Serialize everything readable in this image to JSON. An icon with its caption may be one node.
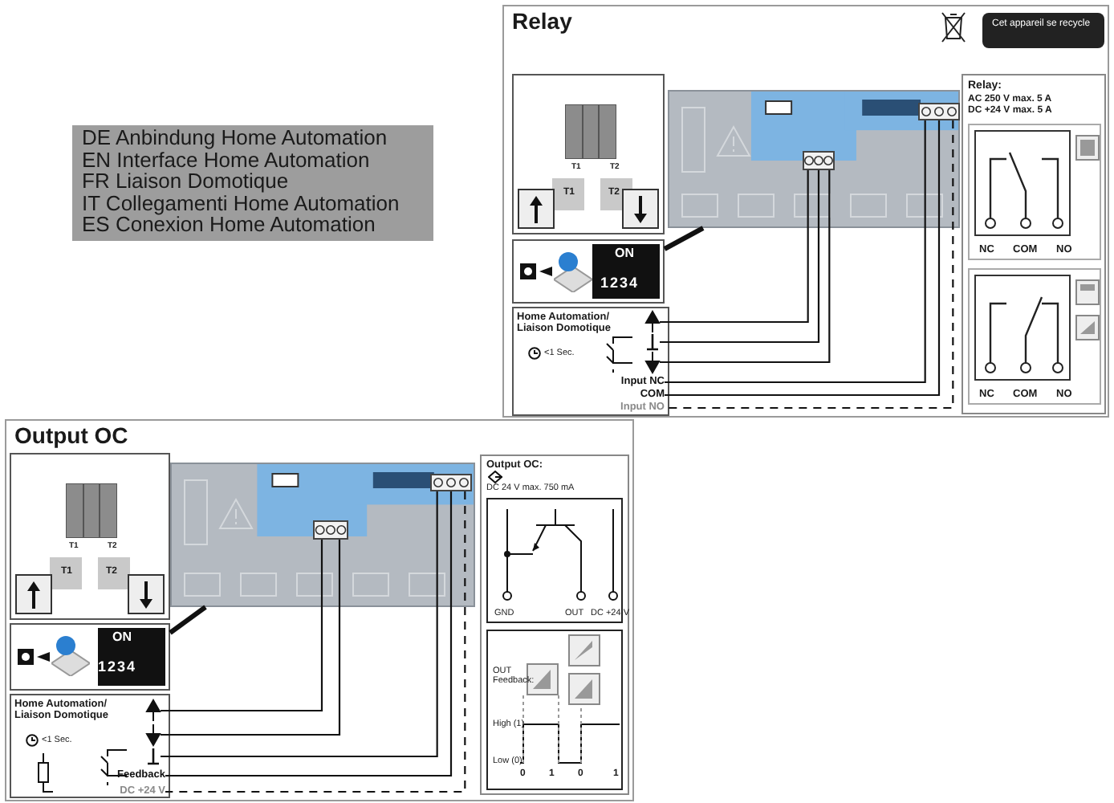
{
  "diagram": {
    "nodes": [
      {
        "text": [
          "Relay"
        ]
      },
      {
        "text": [],
        "shape": "picture",
        "in": 0
      },
      {
        "text": [],
        "shape": "box",
        "in": 1
      },
      {
        "text": [],
        "shape": "box",
        "in": 1
      },
      {
        "text": [
          "T1",
          "T2",
          "T1",
          "T2"
        ],
        "in": 0
      },
      {
        "text": [
          "ON",
          "1234"
        ],
        "in": 0
      },
      {
        "text": [
          "Home Automation/ Liaison Domotique",
          "<1 Sec."
        ],
        "in": 0
      },
      {
        "text": [
          "Input NC"
        ],
        "in": 6
      },
      {
        "text": [
          "COM"
        ],
        "in": 6
      },
      {
        "text": [
          "Input NO"
        ],
        "in": 6
      },
      {
        "text": [],
        "shape": "picture",
        "in": 6
      },
      {
        "text": [],
        "shape": "picture",
        "in": 6
      },
      {
        "text": [],
        "shape": "picture",
        "in": 6
      },
      {
        "text": [
          "Relay:",
          "AC 250 V max. 5 A",
          "DC +24 V max. 5 A"
        ],
        "in": 0
      },
      {
        "text": [
          "NC",
          "COM",
          "NO"
        ],
        "in": 13
      },
      {
        "text": [
          "NC",
          "COM",
          "NO"
        ],
        "in": 13
      },
      {
        "text": [
          "Output OC"
        ]
      },
      {
        "text": [],
        "shape": "picture",
        "in": 16
      },
      {
        "text": [],
        "shape": "box",
        "in": 17
      },
      {
        "text": [],
        "shape": "box",
        "in": 17
      },
      {
        "text": [
          "T1",
          "T2",
          "T1",
          "T2"
        ],
        "in": 16
      },
      {
        "text": [
          "ON",
          "1234"
        ],
        "in": 16
      },
      {
        "text": [
          "Home Automation/ Liaison Domotique",
          "<1 Sec."
        ],
        "in": 16
      },
      {
        "text": [],
        "shape": "picture",
        "in": 22
      },
      {
        "text": [],
        "shape": "picture",
        "in": 22
      },
      {
        "text": [],
        "shape": "picture",
        "in": 22
      },
      {
        "text": [
          "Feedback"
        ],
        "in": 22
      },
      {
        "text": [
          "DC +24 V"
        ],
        "in": 22
      },
      {
        "text": [
          "Output OC:",
          "DC 24 V max. 750 mA"
        ],
        "in": 16
      },
      {
        "text": [
          "GND",
          "OUT",
          "DC +24 V"
        ],
        "in": 28
      },
      {
        "text": [
          "OUT Feedback:",
          "High (1)",
          "Low (0)",
          "0",
          "1",
          "0",
          "1"
        ],
        "in": 28
      },
      {
        "text": [
          "DE Anbindung Home Automation",
          "EN Interface Home Automation",
          "FR Liaison Domotique",
          "IT Collegamenti Home Automation",
          "ES Conexion Home Automation"
        ]
      }
    ],
    "edges": [
      {
        "from": 2,
        "to": 10,
        "arrow": "none"
      },
      {
        "from": 2,
        "to": 11,
        "arrow": "none"
      },
      {
        "from": 2,
        "to": 12,
        "arrow": "none"
      },
      {
        "from": 3,
        "to": 7,
        "arrow": "none"
      },
      {
        "from": 3,
        "to": 8,
        "arrow": "none"
      },
      {
        "from": 3,
        "to": 9,
        "arrow": "none",
        "style": "dashed"
      },
      {
        "from": 1,
        "to": 5,
        "arrow": "none",
        "style": "thick"
      },
      {
        "from": 18,
        "to": 23,
        "arrow": "none"
      },
      {
        "from": 18,
        "to": 24,
        "arrow": "none"
      },
      {
        "from": 19,
        "to": 25,
        "arrow": "none"
      },
      {
        "from": 19,
        "to": 26,
        "arrow": "none"
      },
      {
        "from": 19,
        "to": 27,
        "arrow": "none",
        "style": "dashed"
      },
      {
        "from": 17,
        "to": 21,
        "arrow": "none",
        "style": "thick"
      }
    ],
    "labels": [
      "Cet appareil se recycle"
    ]
  }
}
